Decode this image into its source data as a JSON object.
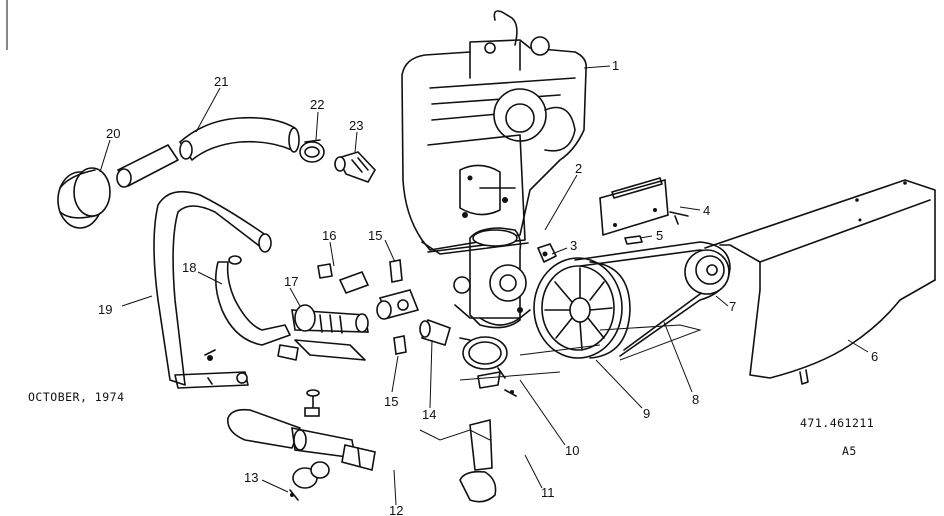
{
  "parts": [
    {
      "id": "p1",
      "label": "1"
    },
    {
      "id": "p2",
      "label": "2"
    },
    {
      "id": "p3",
      "label": "3"
    },
    {
      "id": "p4",
      "label": "4"
    },
    {
      "id": "p5",
      "label": "5"
    },
    {
      "id": "p6",
      "label": "6"
    },
    {
      "id": "p7",
      "label": "7"
    },
    {
      "id": "p8",
      "label": "8"
    },
    {
      "id": "p9",
      "label": "9"
    },
    {
      "id": "p10",
      "label": "10"
    },
    {
      "id": "p11",
      "label": "11"
    },
    {
      "id": "p12",
      "label": "12"
    },
    {
      "id": "p13",
      "label": "13"
    },
    {
      "id": "p14",
      "label": "14"
    },
    {
      "id": "p15a",
      "label": "15"
    },
    {
      "id": "p15b",
      "label": "15"
    },
    {
      "id": "p16",
      "label": "16"
    },
    {
      "id": "p17",
      "label": "17"
    },
    {
      "id": "p18",
      "label": "18"
    },
    {
      "id": "p19",
      "label": "19"
    },
    {
      "id": "p20",
      "label": "20"
    },
    {
      "id": "p21",
      "label": "21"
    },
    {
      "id": "p22",
      "label": "22"
    },
    {
      "id": "p23",
      "label": "23"
    }
  ],
  "date_text": "OCTOBER, 1974",
  "model_number": "471.461211",
  "sheet_code": "A5"
}
